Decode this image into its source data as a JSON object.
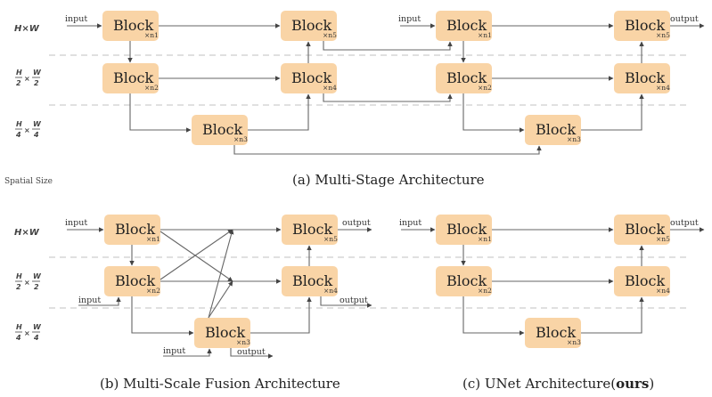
{
  "row_labels": [
    {
      "main": "H×W"
    },
    {
      "num_h": "H",
      "den_h": "2",
      "num_w": "W",
      "den_w": "2",
      "times": "×"
    },
    {
      "num_h": "H",
      "den_h": "4",
      "num_w": "W",
      "den_w": "4",
      "times": "×"
    }
  ],
  "spatial_size_label": "Spatial Size",
  "block_label": "Block",
  "repeat_prefix": "×n",
  "io": {
    "input": "input",
    "output": "output"
  },
  "captions": {
    "a": "(a) Multi-Stage Architecture",
    "b": "(b) Multi-Scale Fusion Architecture",
    "c_prefix": "(c) UNet Architecture(",
    "c_bold": "ours",
    "c_suffix": ")"
  },
  "colors": {
    "block_fill": "#f9d4a6",
    "line": "#666666",
    "divider": "#d6d6d6"
  },
  "panels": [
    {
      "id": "a-stage1",
      "blocks": [
        "1",
        "2",
        "3",
        "4",
        "5"
      ]
    },
    {
      "id": "a-stage2",
      "blocks": [
        "1",
        "2",
        "3",
        "4",
        "5"
      ]
    },
    {
      "id": "b",
      "blocks": [
        "1",
        "2",
        "3",
        "4",
        "5"
      ]
    },
    {
      "id": "c",
      "blocks": [
        "1",
        "2",
        "3",
        "4",
        "5"
      ]
    }
  ]
}
